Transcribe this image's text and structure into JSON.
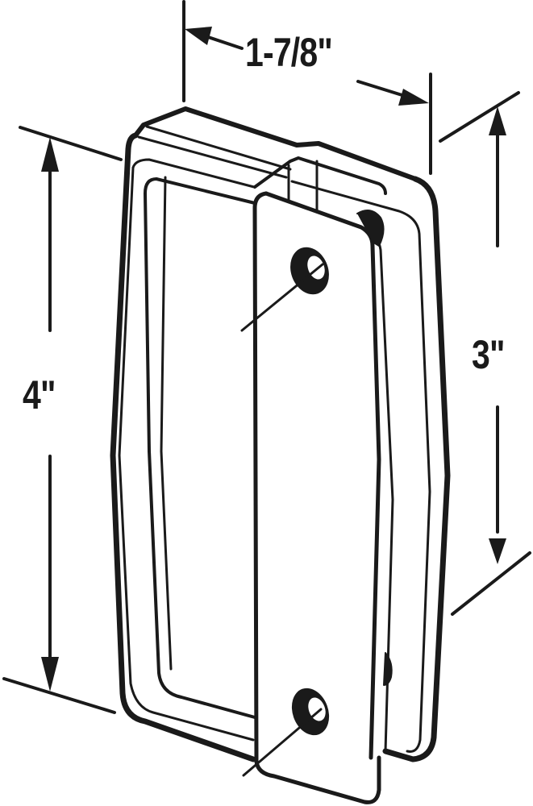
{
  "diagram": {
    "subject": "Sliding screen door pull handle with latch (line drawing)",
    "colors": {
      "line": "#1a1a1a",
      "background": "#ffffff"
    },
    "dimensions": {
      "overall_width": {
        "label": "1-7/8\"",
        "orientation": "horizontal",
        "position": "top"
      },
      "overall_height": {
        "label": "4\"",
        "orientation": "vertical",
        "position": "left"
      },
      "hole_spacing": {
        "label": "3\"",
        "orientation": "vertical",
        "position": "right"
      }
    },
    "parts": [
      {
        "name": "outer-frame",
        "description": "Rounded rectangular outer frame with faceted sides"
      },
      {
        "name": "recessed-pull",
        "description": "Inner recessed finger pull area"
      },
      {
        "name": "mounting-plate",
        "description": "Front latch plate with two screw holes"
      },
      {
        "name": "screw-holes",
        "count": 2
      },
      {
        "name": "latch-knob",
        "description": "Rear side latch pin"
      }
    ]
  }
}
